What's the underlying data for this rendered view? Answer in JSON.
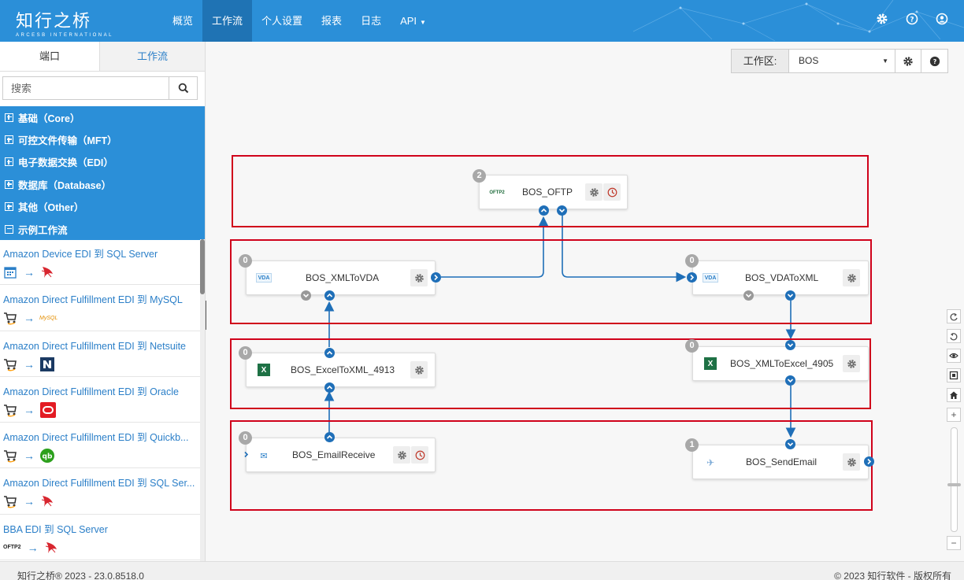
{
  "header": {
    "logo_main": "知行之桥",
    "logo_sub": "ARCESB INTERNATIONAL",
    "nav": [
      "概览",
      "工作流",
      "个人设置",
      "报表",
      "日志",
      "API"
    ],
    "icons": [
      "gear-icon",
      "help-icon",
      "user-icon"
    ]
  },
  "sidebar": {
    "tabs": [
      "端口",
      "工作流"
    ],
    "search_placeholder": "搜索",
    "categories": [
      "基础（Core）",
      "可控文件传输（MFT）",
      "电子数据交换（EDI）",
      "数据库（Database）",
      "其他（Other）",
      "示例工作流"
    ],
    "flows": [
      {
        "title": "Amazon Device EDI 到 SQL Server",
        "icon": "calendar-icon",
        "target": "sqlserver-icon"
      },
      {
        "title": "Amazon Direct Fulfillment EDI 到 MySQL",
        "icon": "cart-icon",
        "target": "mysql-icon"
      },
      {
        "title": "Amazon Direct Fulfillment EDI 到 Netsuite",
        "icon": "cart-icon",
        "target": "netsuite-icon"
      },
      {
        "title": "Amazon Direct Fulfillment EDI 到 Oracle",
        "icon": "cart-icon",
        "target": "oracle-icon"
      },
      {
        "title": "Amazon Direct Fulfillment EDI 到 Quickb...",
        "icon": "cart-icon",
        "target": "quickbooks-icon"
      },
      {
        "title": "Amazon Direct Fulfillment EDI 到 SQL Ser...",
        "icon": "cart-icon",
        "target": "sqlserver-icon"
      },
      {
        "title": "BBA EDI 到 SQL Server",
        "icon": "oftp2-icon",
        "target": "sqlserver-icon"
      }
    ],
    "arrow": "→",
    "mysql_text": "MySQL",
    "oftp2_text": "OFTP2"
  },
  "workspace": {
    "label": "工作区:",
    "value": "BOS"
  },
  "nodes": {
    "oftp": {
      "label": "BOS_OFTP",
      "count": "2",
      "icon_text": "OFTP2"
    },
    "xmltovda": {
      "label": "BOS_XMLToVDA",
      "count": "0",
      "icon_text": "VDA"
    },
    "vdatoxml": {
      "label": "BOS_VDAToXML",
      "count": "0",
      "icon_text": "VDA"
    },
    "exceltoxml": {
      "label": "BOS_ExcelToXML_4913",
      "count": "0",
      "icon_text": "X"
    },
    "xmltoexcel": {
      "label": "BOS_XMLToExcel_4905",
      "count": "0",
      "icon_text": "X"
    },
    "emailreceive": {
      "label": "BOS_EmailReceive",
      "count": "0",
      "icon_text": "✉"
    },
    "sendemail": {
      "label": "BOS_SendEmail",
      "count": "1",
      "icon_text": "✈"
    }
  },
  "zoom_controls": [
    "redo-icon",
    "undo-icon",
    "eye-icon",
    "fit-icon",
    "home-icon",
    "zoom-in-icon",
    "zoom-out-icon"
  ],
  "footer": {
    "left": "知行之桥® 2023 - 23.0.8518.0",
    "right": "© 2023 知行软件 - 版权所有"
  },
  "colors": {
    "brand": "#2b8fd8",
    "connector": "#1f6fb8",
    "highlight": "#d0021b"
  }
}
